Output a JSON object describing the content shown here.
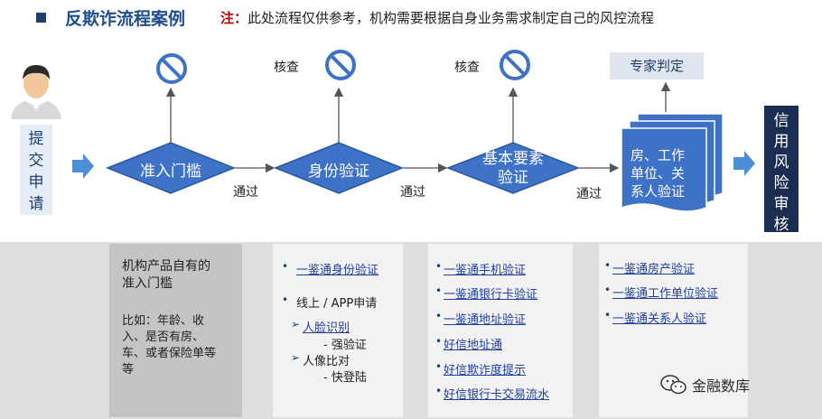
{
  "header": {
    "title": "反欺诈流程案例",
    "note_label": "注：",
    "note_text": "此处流程仅供参考，机构需要根据自身业务需求制定自己的风控流程"
  },
  "flow": {
    "submit": [
      "提",
      "交",
      "申",
      "请"
    ],
    "stage1": "准入门槛",
    "stage2": "身份验证",
    "stage3_line1": "基本要素",
    "stage3_line2": "验证",
    "stage4": [
      "房、工作",
      "单位、关",
      "系人验证"
    ],
    "pass": "通过",
    "check": "核查",
    "expert": "专家判定",
    "credit_review": [
      "信",
      "用",
      "风",
      "险",
      "审",
      "核"
    ]
  },
  "panel": {
    "col1": {
      "title_line1": "机构产品自有的",
      "title_line2": "准入门槛",
      "example": [
        "比如：年龄、收",
        "入、是否有房、",
        "车、或者保险单等",
        "等"
      ]
    },
    "col2": {
      "item1": "一鉴通身份验证",
      "item2": "线上 / APP申请",
      "sub1": "人脸识别",
      "sub1_detail": "- 强验证",
      "sub2": "人像比对",
      "sub2_detail": "- 快登陆"
    },
    "col3": {
      "items": [
        "一鉴通手机验证",
        "一鉴通银行卡验证",
        "一鉴通地址验证",
        "好信地址通",
        "好信欺诈度提示",
        "好信银行卡交易流水"
      ]
    },
    "col4": {
      "items": [
        "一鉴通房产验证",
        "一鉴通工作单位验证",
        "一鉴通关系人验证"
      ]
    }
  },
  "watermark": "金融数库",
  "colors": {
    "diamond": "#3d72c6",
    "title": "#1f4e8c",
    "note_label": "#c00000",
    "credit_box": "#1a2d52",
    "link": "#1f3f9e"
  },
  "icons": [
    "bullet-square-icon",
    "person-icon",
    "prohibited-icon",
    "arrow-right-icon",
    "document-stack-icon",
    "wechat-icon"
  ]
}
